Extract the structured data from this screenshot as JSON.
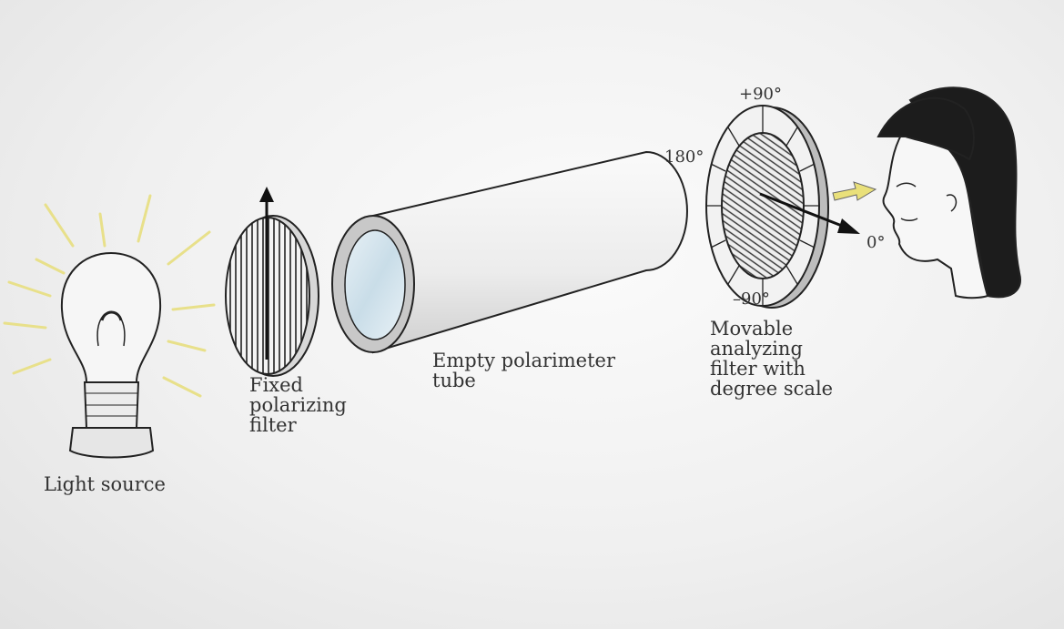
{
  "labels": {
    "light_source": "Light source",
    "fixed_filter": "Fixed\npolarizing\nfilter",
    "tube": "Empty polarimeter\ntube",
    "analyzer": "Movable\nanalyzing\nfilter with\ndegree scale"
  },
  "scale": {
    "plus90": "+90°",
    "deg180": "180°",
    "deg0": "0°",
    "minus90": "–90°"
  },
  "colors": {
    "light_rays": "#e8e08a",
    "light_arrow": "#e9e07a",
    "lens": "#c9dde8",
    "line": "#222222"
  }
}
